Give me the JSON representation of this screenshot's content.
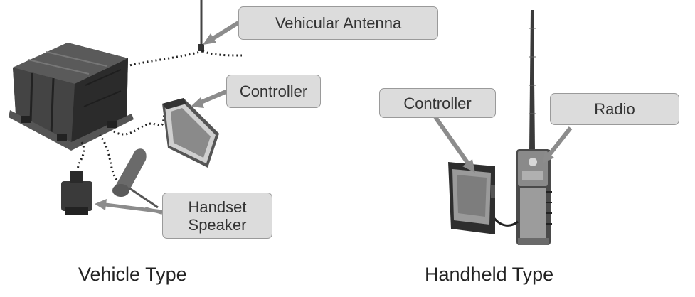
{
  "vehicle": {
    "caption": "Vehicle Type",
    "labels": {
      "antenna": "Vehicular Antenna",
      "controller": "Controller",
      "handset_line1": "Handset",
      "handset_line2": "Speaker"
    }
  },
  "handheld": {
    "caption": "Handheld Type",
    "labels": {
      "controller": "Controller",
      "radio": "Radio"
    }
  },
  "colors": {
    "callout_fill": "#dcdcdc",
    "callout_border": "#9a9a9a",
    "pointer_arrow": "#8c8c8c",
    "equipment_dark": "#2e2e2e"
  }
}
